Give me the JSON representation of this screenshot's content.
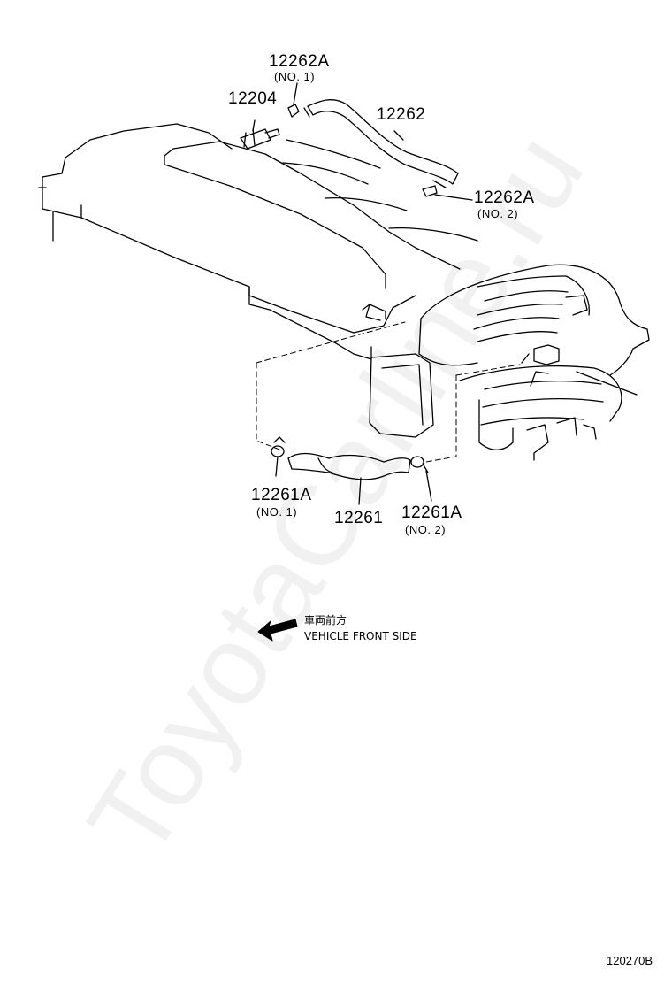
{
  "labels": {
    "p12262A_no1": "12262A",
    "p12262A_no1_sub": "(NO. 1)",
    "p12204": "12204",
    "p12262": "12262",
    "p12262A_no2": "12262A",
    "p12262A_no2_sub": "(NO. 2)",
    "p12261A_no1": "12261A",
    "p12261A_no1_sub": "(NO. 1)",
    "p12261": "12261",
    "p12261A_no2": "12261A",
    "p12261A_no2_sub": "(NO. 2)"
  },
  "front_indicator": {
    "japanese": "車両前方",
    "english": "VEHICLE FRONT SIDE"
  },
  "figure_number": "120270B",
  "watermark": "ToyotaCarline.ru",
  "colors": {
    "line": "#000000",
    "watermark": "#e8e8e8"
  }
}
